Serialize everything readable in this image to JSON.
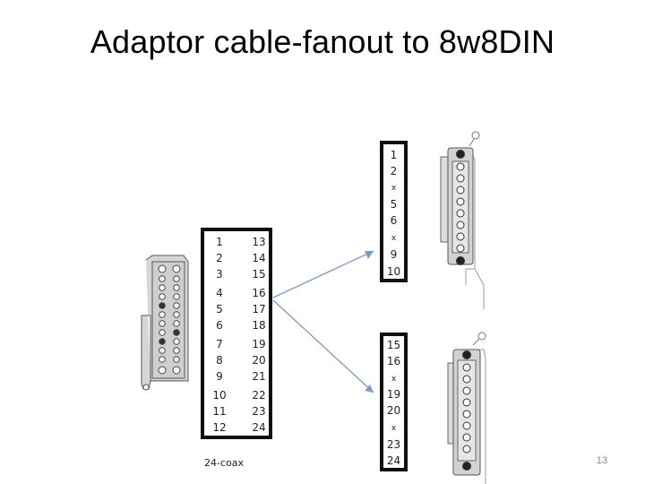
{
  "slide": {
    "title": "Adaptor cable-fanout to 8w8DIN",
    "page_number": "13",
    "main_connector_label": "24-coax"
  },
  "main_table": {
    "left": [
      "1",
      "2",
      "3",
      "4",
      "5",
      "6",
      "7",
      "8",
      "9",
      "10",
      "11",
      "12"
    ],
    "right": [
      "13",
      "14",
      "15",
      "16",
      "17",
      "18",
      "19",
      "20",
      "21",
      "22",
      "23",
      "24"
    ]
  },
  "top_din_table": {
    "pins": [
      "1",
      "2",
      "x",
      "5",
      "6",
      "x",
      "9",
      "10"
    ]
  },
  "bottom_din_table": {
    "pins": [
      "15",
      "16",
      "x",
      "19",
      "20",
      "x",
      "23",
      "24"
    ]
  },
  "colors": {
    "arrow": "#7a9cc8",
    "box_border": "#111111",
    "connector_fill": "#c9c9c9",
    "connector_stroke": "#555555"
  },
  "icons": {
    "main_connector": "connector-24-coax-icon",
    "top_connector": "din-connector-icon",
    "bottom_connector": "din-connector-icon"
  }
}
